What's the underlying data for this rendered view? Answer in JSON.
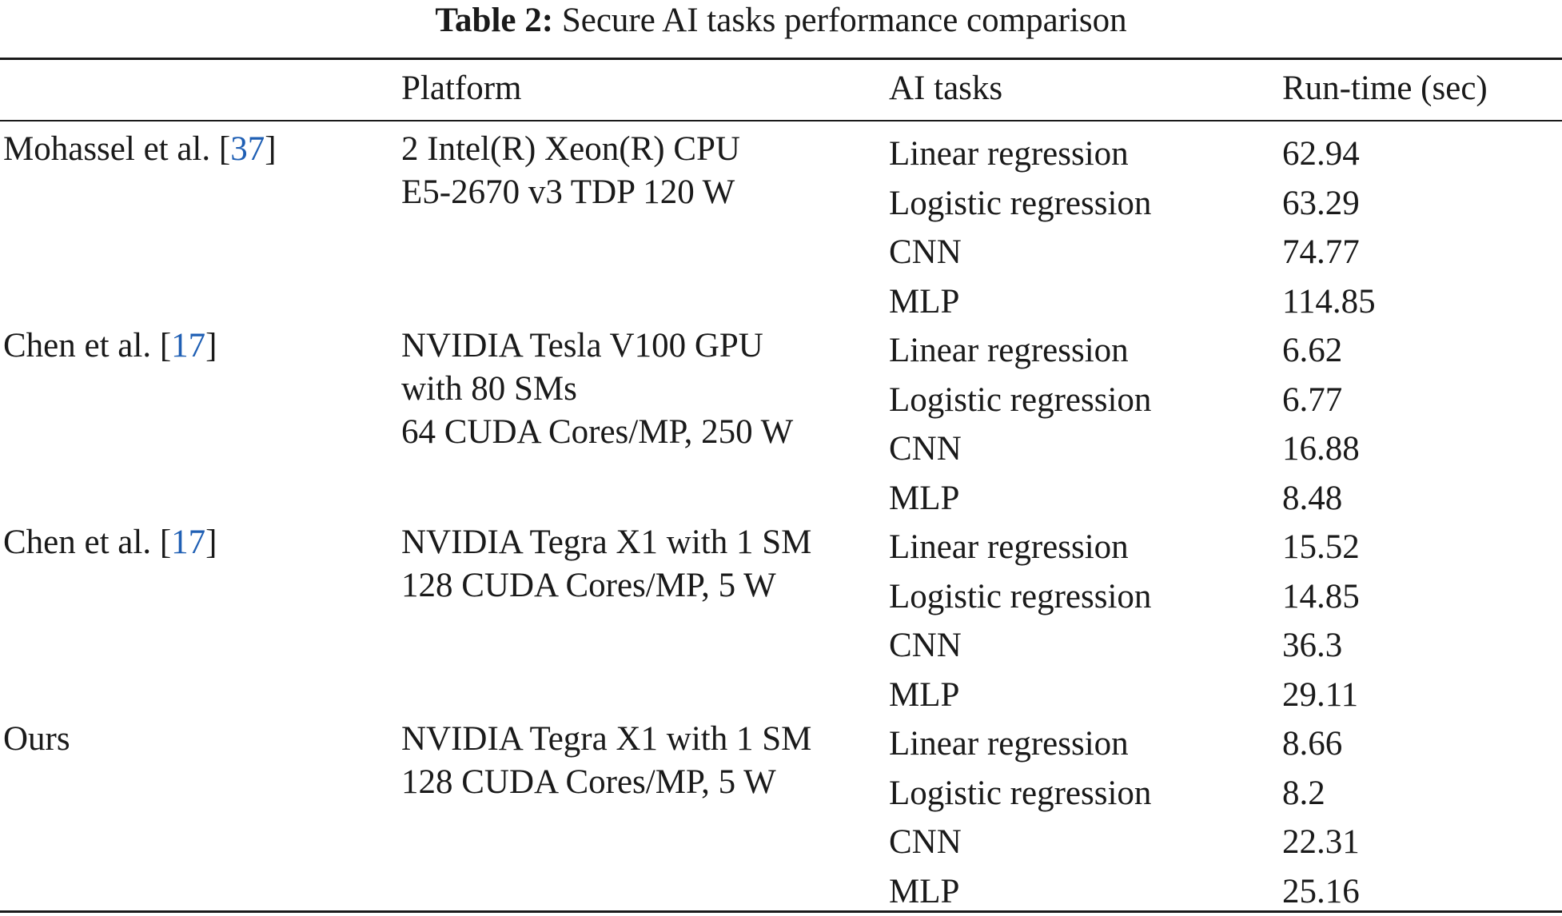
{
  "caption": {
    "label": "Table 2:",
    "text": "Secure AI tasks performance comparison"
  },
  "headers": {
    "method": "",
    "platform": "Platform",
    "tasks": "AI tasks",
    "runtime": "Run-time (sec)"
  },
  "rows": [
    {
      "method": "Mohassel et al. [",
      "ref": "37",
      "method_close": "]",
      "platform": [
        "2 Intel(R) Xeon(R) CPU",
        "E5-2670 v3 TDP 120 W"
      ],
      "tasks": [
        "Linear regression",
        "Logistic regression",
        "CNN",
        "MLP"
      ],
      "runtimes": [
        "62.94",
        "63.29",
        "74.77",
        "114.85"
      ]
    },
    {
      "method": "Chen et al. [",
      "ref": "17",
      "method_close": "]",
      "platform": [
        "NVIDIA Tesla V100 GPU",
        "with 80 SMs",
        "64 CUDA Cores/MP, 250 W"
      ],
      "tasks": [
        "Linear regression",
        "Logistic regression",
        "CNN",
        "MLP"
      ],
      "runtimes": [
        "6.62",
        "6.77",
        "16.88",
        "8.48"
      ]
    },
    {
      "method": "Chen et al. [",
      "ref": "17",
      "method_close": "]",
      "platform": [
        "NVIDIA Tegra X1 with 1 SM",
        "128 CUDA Cores/MP, 5 W"
      ],
      "tasks": [
        "Linear regression",
        "Logistic regression",
        "CNN",
        "MLP"
      ],
      "runtimes": [
        "15.52",
        "14.85",
        "36.3",
        "29.11"
      ]
    },
    {
      "method": "Ours",
      "ref": "",
      "method_close": "",
      "platform": [
        "NVIDIA Tegra X1 with 1 SM",
        "128 CUDA Cores/MP, 5 W"
      ],
      "tasks": [
        "Linear regression",
        "Logistic regression",
        "CNN",
        "MLP"
      ],
      "runtimes": [
        "8.66",
        "8.2",
        "22.31",
        "25.16"
      ]
    }
  ],
  "colors": {
    "text": "#1a1a1a",
    "reference_link": "#1f5fb4"
  }
}
